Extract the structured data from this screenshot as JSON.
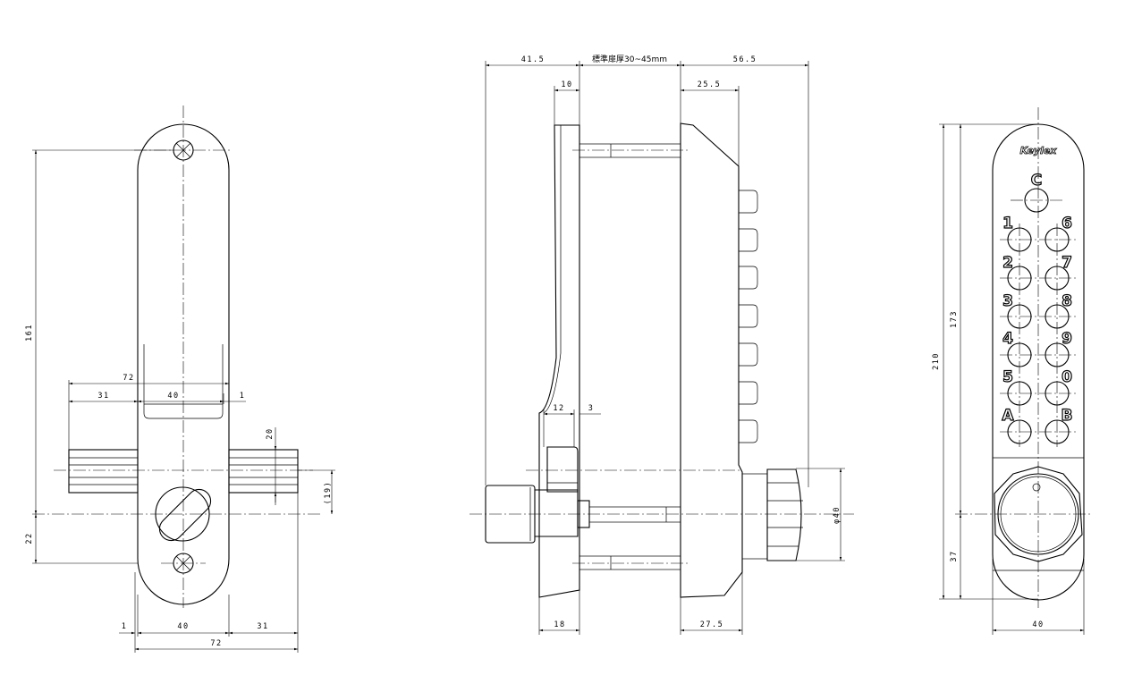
{
  "front_view": {
    "dim_161": "161",
    "dim_22": "22",
    "dim_72_top": "72",
    "dim_31_top": "31",
    "dim_40_top": "40",
    "dim_1_top": "1",
    "dim_20": "20",
    "dim_19": "(19)",
    "dim_1_bottom": "1",
    "dim_40_bottom": "40",
    "dim_31_bottom": "31",
    "dim_72_bottom": "72"
  },
  "side_view": {
    "dim_41_5": "41.5",
    "door_thickness": "標準扉厚30~45mm",
    "dim_56_5": "56.5",
    "dim_10": "10",
    "dim_25_5": "25.5",
    "dim_12": "12",
    "dim_3": "3",
    "dim_phi40": "φ40",
    "dim_18": "18",
    "dim_27_5": "27.5"
  },
  "keypad_view": {
    "brand": "Keylex",
    "dim_210": "210",
    "dim_173": "173",
    "dim_37": "37",
    "dim_40": "40",
    "key_c": "C",
    "left_keys": [
      "1",
      "2",
      "3",
      "4",
      "5",
      "A"
    ],
    "right_keys": [
      "6",
      "7",
      "8",
      "9",
      "0",
      "B"
    ]
  }
}
